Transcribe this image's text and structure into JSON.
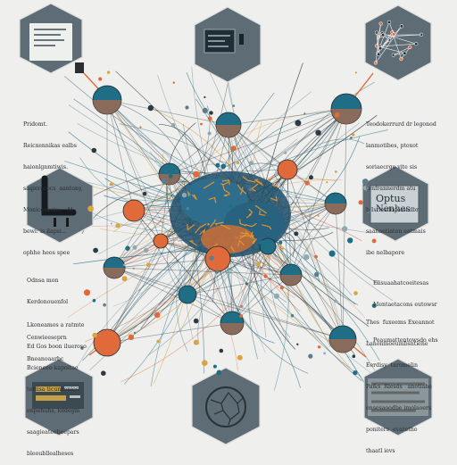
{
  "label_box": {
    "line1": "Optus",
    "line2": "Nenhes"
  },
  "text_blocks": {
    "top_left": [
      "Pridomt.",
      "Reicxennikas ealbs",
      "haionlgnmtiwis.",
      "saqiorarocs  aantony,",
      "Moniceoasis...  Al",
      "bewi: is ilapsi...",
      "ophhe heos spee"
    ],
    "top_right": [
      "Teodokerrurd dr legonod",
      "lanmotibes, ptoxot",
      "soriaecrge vite sis",
      "tenfrannerdm atu",
      "b Isriesdogomedbr",
      "saanaetiaton eatmais",
      "ibe nelbapore"
    ],
    "mid_left": [
      "Odnsa mon",
      "Kerdonouenfol",
      "",
      "Cenwieeseprn",
      "Bneanoaarbc"
    ],
    "mid_right": [
      "Elisuaahatcoeitesas",
      "Mentaetacons eutowsr",
      "",
      "Peaumattentowsdo ehs"
    ],
    "low_left": [
      "Lkoneamos a ratmte",
      "Ed Gos boon ilueroso",
      "Bcieneeo kapoitae",
      "tertisa ticunsonies",
      "enpehuhs, loldegm",
      "saagieateebeepars",
      "bleoubllealheses"
    ],
    "low_right": [
      "Thes  fuxeems Exeannot",
      "Lanonmoeumbsntiene",
      "Eerdisy  taromelin",
      "Pa&s  Riesds   anotiabe",
      "onsesaoodbe imolaoers",
      "poniters  evaretho",
      "thaatl ievs"
    ]
  },
  "colors": {
    "teal": "#1f6e85",
    "orange": "#e06a3a",
    "slate": "#5e6d75",
    "background": "#efefed"
  }
}
